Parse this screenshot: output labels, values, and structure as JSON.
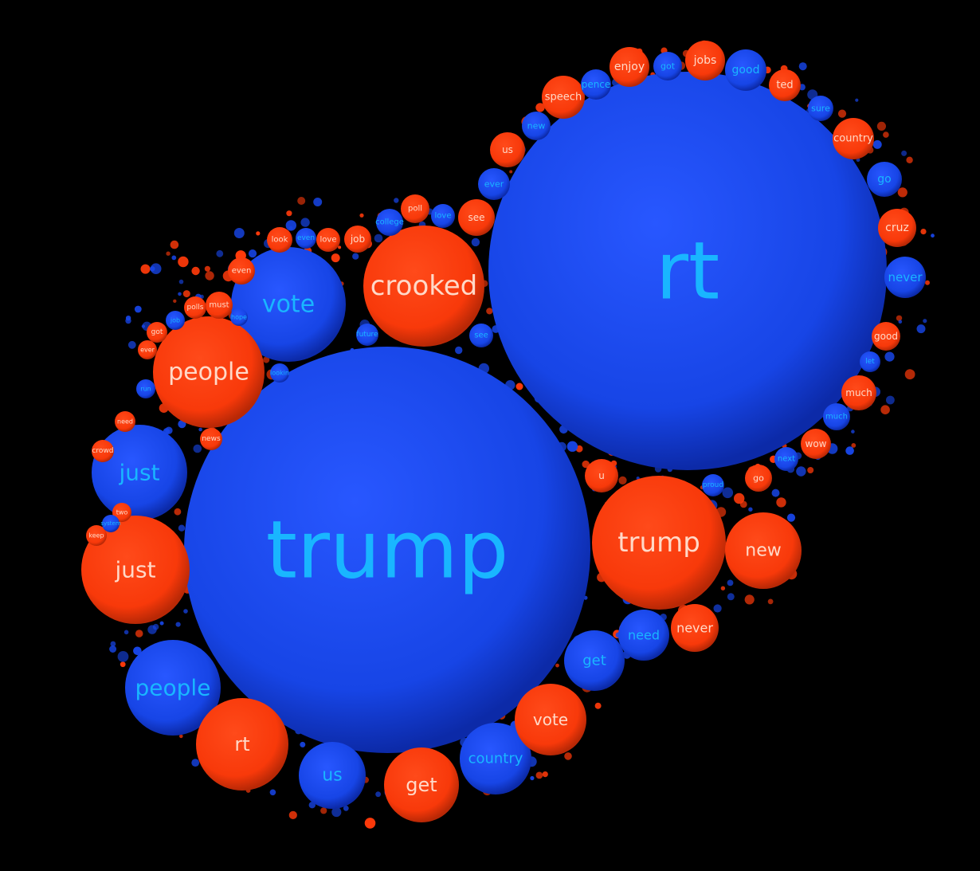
{
  "colors": {
    "background": "#000000",
    "blue_group": "#1745e6",
    "blue_text": "#19b6ff",
    "red_group": "#ff3a0a",
    "red_text": "#ffd9c8"
  },
  "bubbles": [
    {
      "word": "trump",
      "group": "blue",
      "size": "xl"
    },
    {
      "word": "rt",
      "group": "blue",
      "size": "xl"
    },
    {
      "word": "crooked",
      "group": "red",
      "size": "l"
    },
    {
      "word": "vote",
      "group": "blue",
      "size": "l"
    },
    {
      "word": "people",
      "group": "red",
      "size": "l"
    },
    {
      "word": "just",
      "group": "blue",
      "size": "l"
    },
    {
      "word": "just",
      "group": "red",
      "size": "l"
    },
    {
      "word": "people",
      "group": "blue",
      "size": "l"
    },
    {
      "word": "trump",
      "group": "red",
      "size": "l"
    },
    {
      "word": "new",
      "group": "red",
      "size": "m"
    },
    {
      "word": "rt",
      "group": "red",
      "size": "l"
    },
    {
      "word": "us",
      "group": "blue",
      "size": "m"
    },
    {
      "word": "get",
      "group": "red",
      "size": "m"
    },
    {
      "word": "country",
      "group": "blue",
      "size": "m"
    },
    {
      "word": "vote",
      "group": "red",
      "size": "m"
    },
    {
      "word": "get",
      "group": "blue",
      "size": "s"
    },
    {
      "word": "need",
      "group": "blue",
      "size": "s"
    },
    {
      "word": "never",
      "group": "red",
      "size": "s"
    },
    {
      "word": "u",
      "group": "red",
      "size": "xs"
    },
    {
      "word": "poll",
      "group": "red",
      "size": "xs"
    },
    {
      "word": "love",
      "group": "blue",
      "size": "xs"
    },
    {
      "word": "see",
      "group": "red",
      "size": "xs"
    },
    {
      "word": "college",
      "group": "blue",
      "size": "xs"
    },
    {
      "word": "job",
      "group": "red",
      "size": "xs"
    },
    {
      "word": "love",
      "group": "red",
      "size": "xs"
    },
    {
      "word": "even",
      "group": "blue",
      "size": "xs"
    },
    {
      "word": "look",
      "group": "red",
      "size": "xs"
    },
    {
      "word": "even",
      "group": "red",
      "size": "xs"
    },
    {
      "word": "must",
      "group": "red",
      "size": "xs"
    },
    {
      "word": "polls",
      "group": "red",
      "size": "xs"
    },
    {
      "word": "hope",
      "group": "blue",
      "size": "xs"
    },
    {
      "word": "future",
      "group": "blue",
      "size": "xs"
    },
    {
      "word": "see",
      "group": "blue",
      "size": "xs"
    },
    {
      "word": "ever",
      "group": "blue",
      "size": "xs"
    },
    {
      "word": "us",
      "group": "red",
      "size": "xs"
    },
    {
      "word": "new",
      "group": "blue",
      "size": "xs"
    },
    {
      "word": "speech",
      "group": "red",
      "size": "s"
    },
    {
      "word": "pence",
      "group": "blue",
      "size": "xs"
    },
    {
      "word": "enjoy",
      "group": "red",
      "size": "s"
    },
    {
      "word": "got",
      "group": "blue",
      "size": "xs"
    },
    {
      "word": "jobs",
      "group": "red",
      "size": "s"
    },
    {
      "word": "good",
      "group": "blue",
      "size": "s"
    },
    {
      "word": "ted",
      "group": "red",
      "size": "xs"
    },
    {
      "word": "sure",
      "group": "blue",
      "size": "xs"
    },
    {
      "word": "country",
      "group": "red",
      "size": "s"
    },
    {
      "word": "go",
      "group": "blue",
      "size": "xs"
    },
    {
      "word": "cruz",
      "group": "red",
      "size": "s"
    },
    {
      "word": "never",
      "group": "blue",
      "size": "s"
    },
    {
      "word": "good",
      "group": "red",
      "size": "xs"
    },
    {
      "word": "let",
      "group": "blue",
      "size": "xs"
    },
    {
      "word": "much",
      "group": "red",
      "size": "xs"
    },
    {
      "word": "much",
      "group": "blue",
      "size": "xs"
    },
    {
      "word": "wow",
      "group": "red",
      "size": "xs"
    },
    {
      "word": "next",
      "group": "blue",
      "size": "xs"
    },
    {
      "word": "go",
      "group": "red",
      "size": "xs"
    },
    {
      "word": "proud",
      "group": "blue",
      "size": "xs"
    },
    {
      "word": "crowd",
      "group": "red",
      "size": "xs"
    },
    {
      "word": "news",
      "group": "red",
      "size": "xs"
    },
    {
      "word": "got",
      "group": "red",
      "size": "xs"
    },
    {
      "word": "ever",
      "group": "red",
      "size": "xs"
    },
    {
      "word": "run",
      "group": "blue",
      "size": "xs"
    },
    {
      "word": "lookin",
      "group": "blue",
      "size": "xs"
    },
    {
      "word": "job",
      "group": "blue",
      "size": "xs"
    },
    {
      "word": "need",
      "group": "red",
      "size": "xs"
    },
    {
      "word": "two",
      "group": "red",
      "size": "xs"
    },
    {
      "word": "keep",
      "group": "red",
      "size": "xs"
    },
    {
      "word": "system",
      "group": "blue",
      "size": "xs"
    }
  ]
}
